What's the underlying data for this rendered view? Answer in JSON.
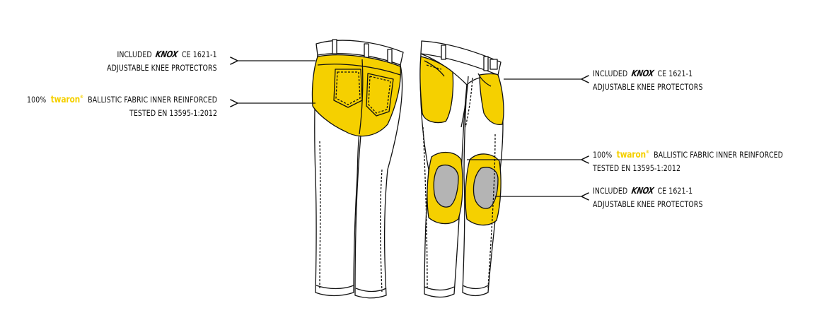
{
  "colors": {
    "highlight": "#f5d000",
    "knee_pad": "#b4b4b4",
    "outline": "#111111",
    "background": "#ffffff"
  },
  "callouts": {
    "back_knox": {
      "line1_prefix": "INCLUDED",
      "logo": "KNOX",
      "line1_suffix": "CE 1621-1",
      "line2": "ADJUSTABLE KNEE PROTECTORS"
    },
    "back_twaron": {
      "line1_prefix": "100%",
      "logo": "twaron",
      "line1_suffix": "BALLISTIC FABRIC INNER REINFORCED",
      "line2": "TESTED EN 13595-1:2012"
    },
    "front_knox_top": {
      "line1_prefix": "INCLUDED",
      "logo": "KNOX",
      "line1_suffix": "CE 1621-1",
      "line2": "ADJUSTABLE KNEE PROTECTORS"
    },
    "front_twaron": {
      "line1_prefix": "100%",
      "logo": "twaron",
      "line1_suffix": "BALLISTIC FABRIC INNER REINFORCED",
      "line2": "TESTED EN 13595-1:2012"
    },
    "front_knox_bottom": {
      "line1_prefix": "INCLUDED",
      "logo": "KNOX",
      "line1_suffix": "CE 1621-1",
      "line2": "ADJUSTABLE KNEE PROTECTORS"
    }
  }
}
